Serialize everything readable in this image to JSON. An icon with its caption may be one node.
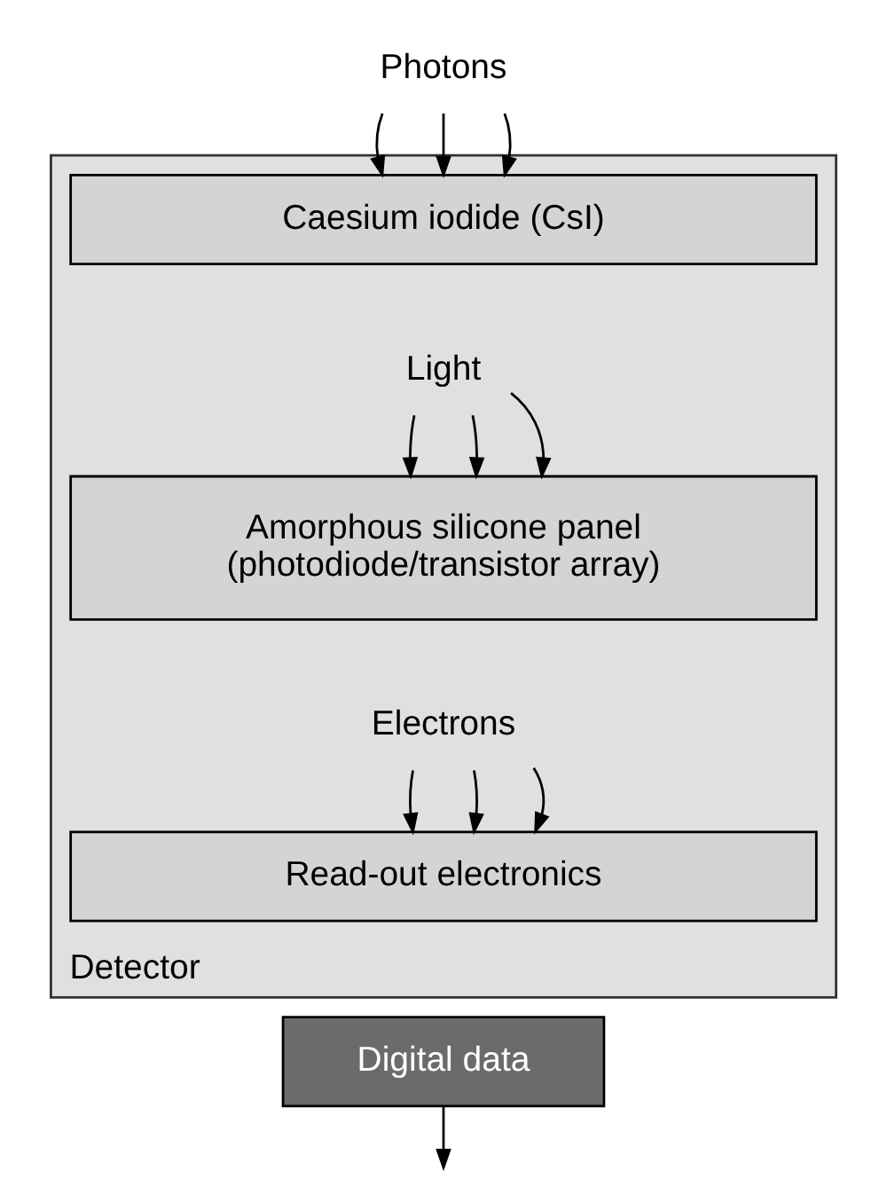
{
  "diagram": {
    "nodes": [
      {
        "text": [
          "Photons"
        ]
      },
      {
        "text": [
          "Detector"
        ]
      },
      {
        "text": [
          "Caesium iodide (CsI)"
        ],
        "in": 1
      },
      {
        "text": [
          "Light"
        ],
        "in": 1
      },
      {
        "text": [
          "Amorphous silicone panel (photodiode/transistor array)"
        ],
        "in": 1
      },
      {
        "text": [
          "Electrons"
        ],
        "in": 1
      },
      {
        "text": [
          "Read-out electronics"
        ],
        "in": 1
      },
      {
        "text": [
          "Digital data"
        ]
      }
    ],
    "edges": [
      {
        "from": 0,
        "to": 2,
        "arrow": "to"
      },
      {
        "from": 0,
        "to": 2,
        "arrow": "to"
      },
      {
        "from": 0,
        "to": 2,
        "arrow": "to"
      },
      {
        "from": 3,
        "to": 4,
        "arrow": "to"
      },
      {
        "from": 3,
        "to": 4,
        "arrow": "to"
      },
      {
        "from": 3,
        "to": 4,
        "arrow": "to"
      },
      {
        "from": 5,
        "to": 6,
        "arrow": "to"
      },
      {
        "from": 5,
        "to": 6,
        "arrow": "to"
      },
      {
        "from": 5,
        "to": 6,
        "arrow": "to"
      },
      {
        "from": 7,
        "to": null,
        "arrow": "to"
      }
    ]
  }
}
